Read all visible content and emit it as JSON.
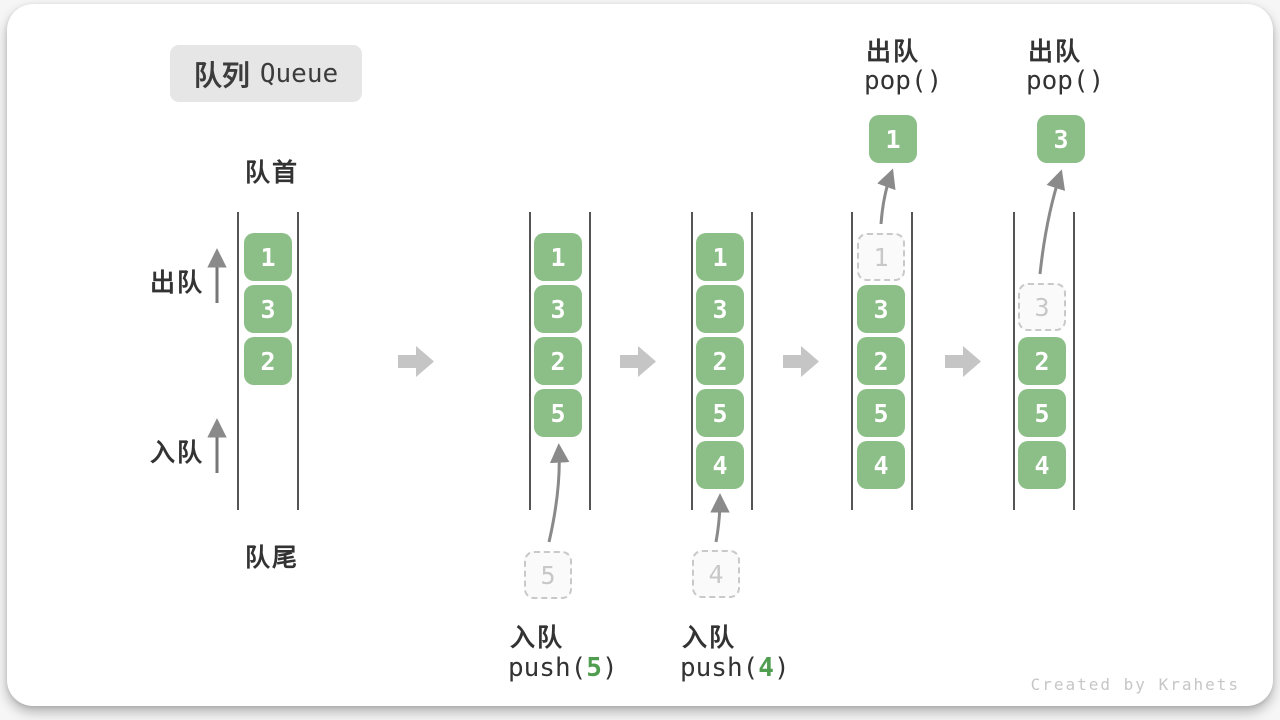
{
  "title": {
    "zh": "队列",
    "en": "Queue"
  },
  "side_labels": {
    "front": "队首",
    "rear": "队尾",
    "dequeue": "出队",
    "enqueue": "入队"
  },
  "colors": {
    "box_green": "#8cbe88",
    "arg_green": "#4f9e4f",
    "block_arrow_gray": "#c5c5c5",
    "thin_arrow_gray": "#8a8a8a"
  },
  "states": [
    {
      "boxes": [
        "1",
        "3",
        "2"
      ]
    },
    {
      "boxes": [
        "1",
        "3",
        "2",
        "5"
      ],
      "pending": "5",
      "op_zh": "入队",
      "op_code_pre": "push(",
      "op_arg": "5",
      "op_code_post": ")"
    },
    {
      "boxes": [
        "1",
        "3",
        "2",
        "5",
        "4"
      ],
      "pending": "4",
      "op_zh": "入队",
      "op_code_pre": "push(",
      "op_arg": "4",
      "op_code_post": ")"
    },
    {
      "boxes": [
        "3",
        "2",
        "5",
        "4"
      ],
      "removed": "1",
      "popped": "1",
      "op_zh": "出队",
      "op_code": "pop()"
    },
    {
      "boxes": [
        "2",
        "5",
        "4"
      ],
      "removed": "3",
      "popped": "3",
      "op_zh": "出队",
      "op_code": "pop()"
    }
  ],
  "watermark": "Created by Krahets"
}
